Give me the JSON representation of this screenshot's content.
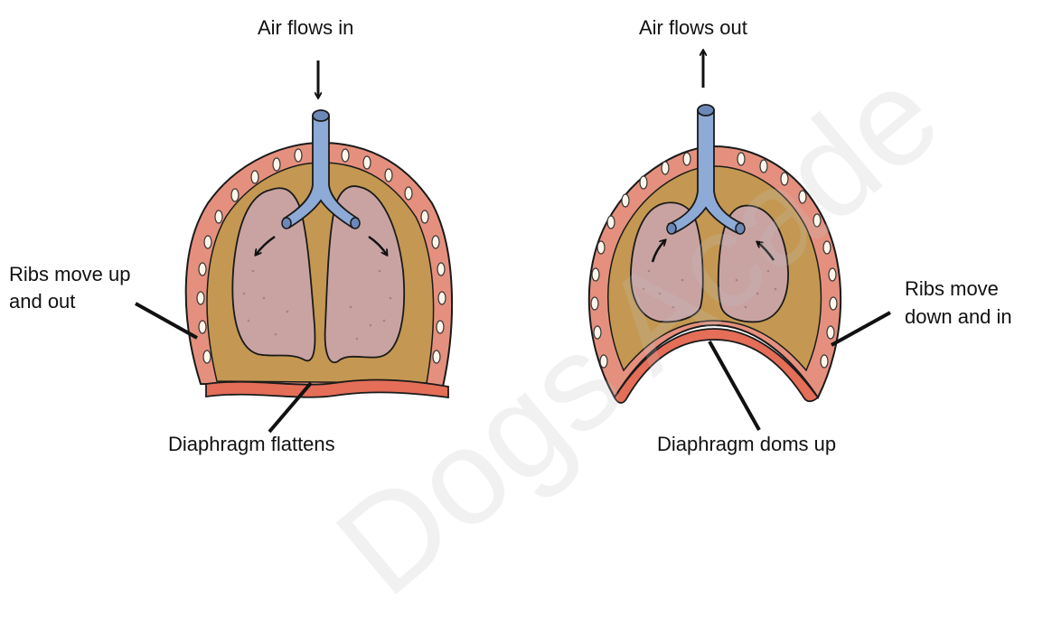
{
  "inhale": {
    "air_label": "Air flows in",
    "ribs_label_line1": "Ribs move up",
    "ribs_label_line2": "and out",
    "diaphragm_label": "Diaphragm flattens"
  },
  "exhale": {
    "air_label": "Air flows out",
    "ribs_label_line1": "Ribs move",
    "ribs_label_line2": "down and in",
    "diaphragm_label": "Diaphragm doms up"
  },
  "watermark": "Dogs Acade",
  "colors": {
    "rib_wall": "#e5907e",
    "cavity": "#c49852",
    "lung": "#c9a3a2",
    "trachea": "#8eaad6",
    "diaphragm": "#e46e58",
    "outline": "#1a1a1a"
  }
}
